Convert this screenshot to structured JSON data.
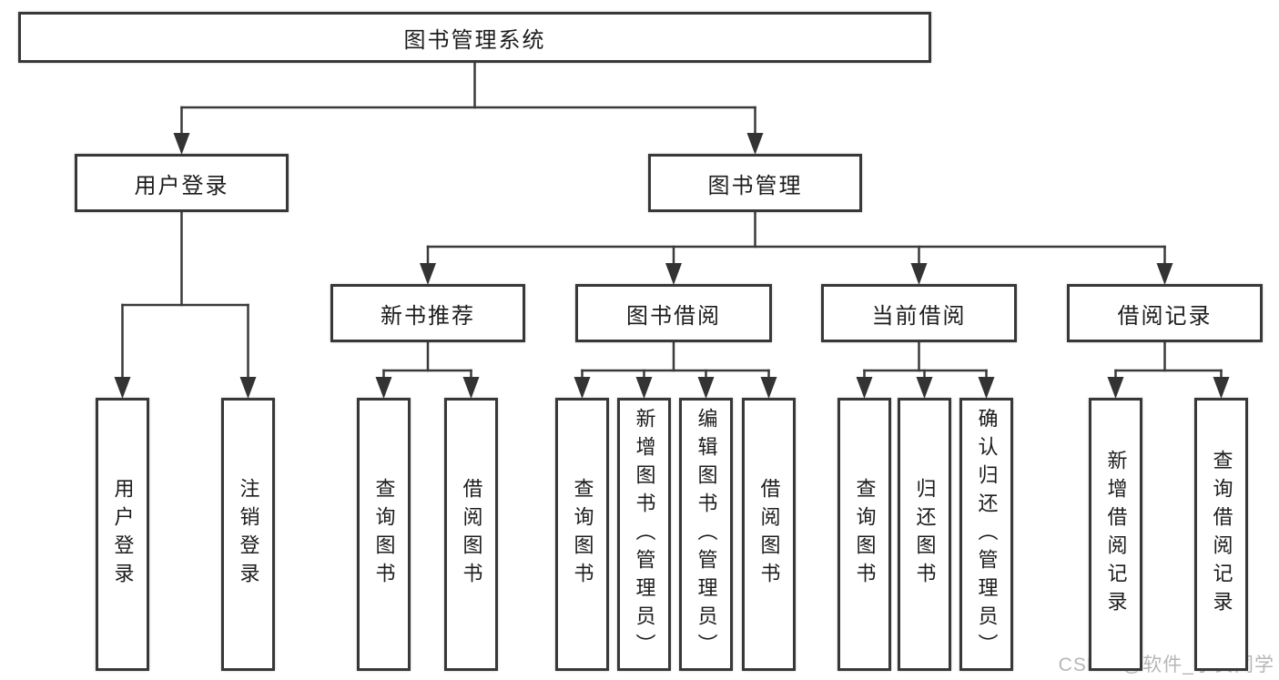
{
  "nodes": {
    "root": {
      "label": "图书管理系统",
      "children": [
        "user_login",
        "book_mgmt"
      ]
    },
    "user_login": {
      "label": "用户登录",
      "children": [
        "leaf_login",
        "leaf_logout"
      ]
    },
    "book_mgmt": {
      "label": "图书管理",
      "children": [
        "new_book",
        "book_borrow",
        "current_borrow",
        "borrow_record"
      ]
    },
    "new_book": {
      "label": "新书推荐",
      "children": [
        "nb_query",
        "nb_borrow"
      ]
    },
    "book_borrow": {
      "label": "图书借阅",
      "children": [
        "bb_query",
        "bb_add",
        "bb_edit",
        "bb_borrow"
      ]
    },
    "current_borrow": {
      "label": "当前借阅",
      "children": [
        "cb_query",
        "cb_return",
        "cb_confirm"
      ]
    },
    "borrow_record": {
      "label": "借阅记录",
      "children": [
        "br_add",
        "br_query"
      ]
    },
    "leaf_login": {
      "label": "用户登录"
    },
    "leaf_logout": {
      "label": "注销登录"
    },
    "nb_query": {
      "label": "查询图书"
    },
    "nb_borrow": {
      "label": "借阅图书"
    },
    "bb_query": {
      "label": "查询图书"
    },
    "bb_add": {
      "label": "新增图书（管理员）"
    },
    "bb_edit": {
      "label": "编辑图书（管理员）"
    },
    "bb_borrow": {
      "label": "借阅图书"
    },
    "cb_query": {
      "label": "查询图书"
    },
    "cb_return": {
      "label": "归还图书"
    },
    "cb_confirm": {
      "label": "确认归还（管理员）"
    },
    "br_add": {
      "label": "新增借阅记录"
    },
    "br_query": {
      "label": "查询借阅记录"
    }
  },
  "watermark": {
    "text": "CSDN @软件_小贺同学"
  },
  "colors": {
    "line": "#3a3a3a",
    "arrow": "#333333",
    "border": "#383838",
    "text": "#1c1c1c",
    "watermark": "#b6b6b6",
    "background": "#ffffff"
  }
}
